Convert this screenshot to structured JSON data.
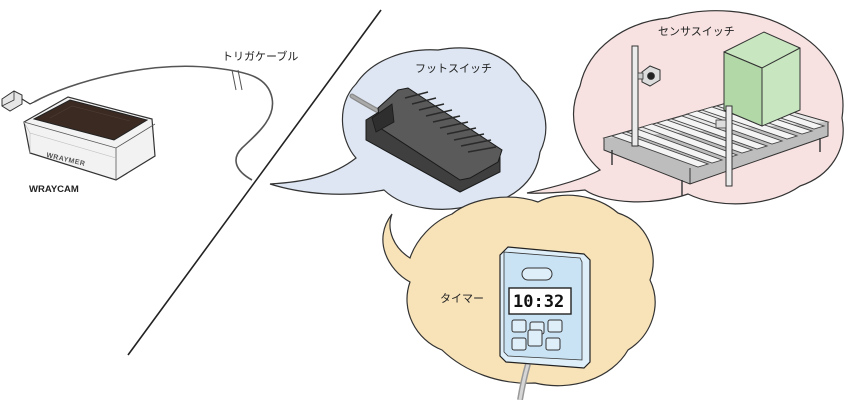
{
  "labels": {
    "trigger_cable": "トリガケーブル",
    "camera_name": "WRAYCAM",
    "camera_brand": "WRAYMER",
    "foot_switch": "フットスイッチ",
    "sensor_switch": "センサスイッチ",
    "timer": "タイマー",
    "timer_display": "10:32"
  },
  "colors": {
    "foot_switch_bubble": "#dde6f2",
    "sensor_switch_bubble": "#f7e1e1",
    "timer_bubble": "#f8e3b8",
    "timer_body": "#c9e3f4",
    "sensor_box": "#c8e6c0",
    "camera_top": "#3a2a22"
  }
}
